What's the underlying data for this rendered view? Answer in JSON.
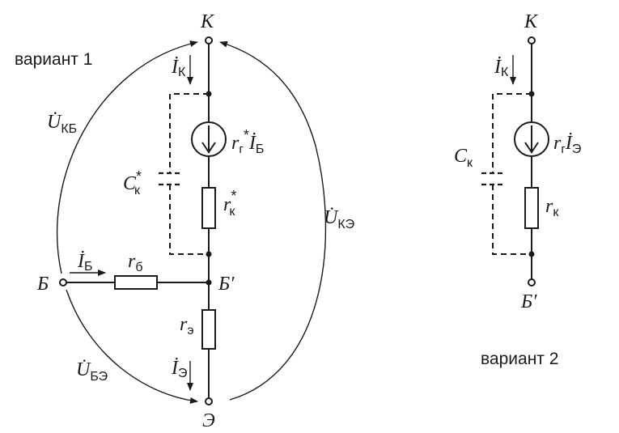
{
  "variant1": {
    "caption": "вариант 1",
    "node_k": "К",
    "node_b": "Б",
    "node_bprime": "Б′",
    "node_e": "Э",
    "current_k": {
      "sym": "İ",
      "sub": "К"
    },
    "current_b": {
      "sym": "İ",
      "sub": "Б"
    },
    "current_e": {
      "sym": "İ",
      "sub": "Э"
    },
    "voltage_kb": {
      "sym": "U̇",
      "sub": "КБ"
    },
    "voltage_ke": {
      "sym": "U̇",
      "sub": "КЭ"
    },
    "voltage_be": {
      "sym": "U̇",
      "sub": "БЭ"
    },
    "source": {
      "r": "r",
      "sub": "г",
      "star": "*",
      "cur": "İ",
      "cur_sub": "Б"
    },
    "capacitor": {
      "sym": "C",
      "sub": "к",
      "star": "*"
    },
    "resistor_rk": {
      "sym": "r",
      "sub": "к",
      "star": "*"
    },
    "resistor_rb": {
      "sym": "r",
      "sub": "б"
    },
    "resistor_re": {
      "sym": "r",
      "sub": "э"
    }
  },
  "variant2": {
    "caption": "вариант 2",
    "node_k": "К",
    "node_bprime": "Б′",
    "current_k": {
      "sym": "İ",
      "sub": "К"
    },
    "source": {
      "r": "r",
      "sub": "г",
      "cur": "İ",
      "cur_sub": "Э"
    },
    "capacitor": {
      "sym": "C",
      "sub": "к"
    },
    "resistor_rk": {
      "sym": "r",
      "sub": "к"
    }
  }
}
